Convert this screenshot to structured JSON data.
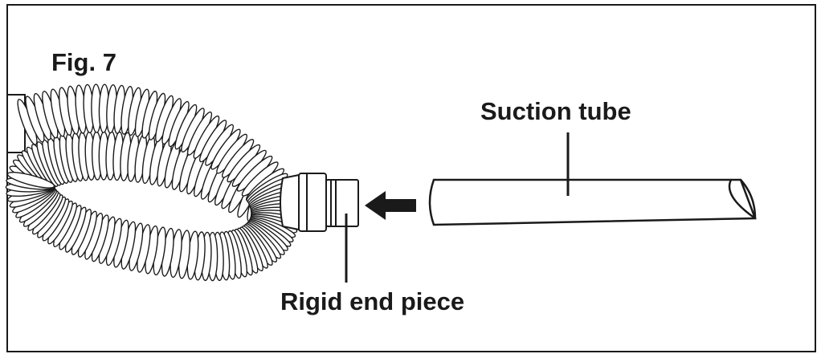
{
  "figure": {
    "title": "Fig. 7",
    "labels": {
      "suction_tube": "Suction tube",
      "rigid_end_piece": "Rigid end piece"
    },
    "parts": [
      "flexible-hose",
      "rigid-end-piece",
      "suction-tube",
      "direction-arrow"
    ],
    "colors": {
      "stroke": "#1a1a1a",
      "fill": "#ffffff"
    }
  }
}
